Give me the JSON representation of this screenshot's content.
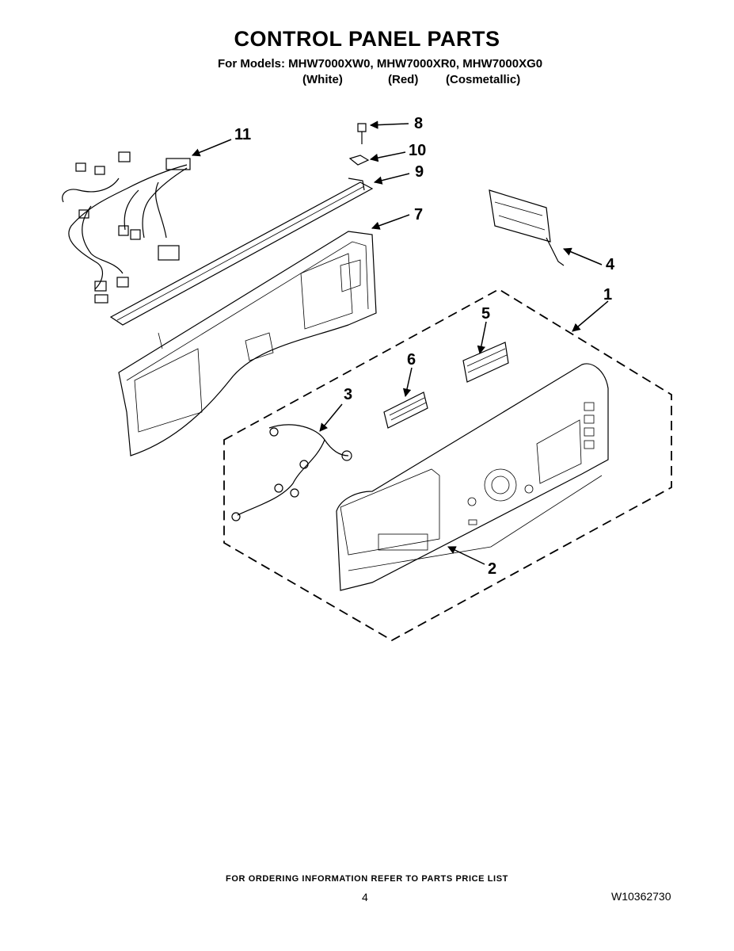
{
  "header": {
    "title": "CONTROL PANEL PARTS",
    "models": "For Models: MHW7000XW0, MHW7000XR0, MHW7000XG0",
    "variants": [
      "(White)",
      "(Red)",
      "(Cosmetallic)"
    ]
  },
  "callouts": [
    "1",
    "2",
    "3",
    "4",
    "5",
    "6",
    "7",
    "8",
    "9",
    "10",
    "11"
  ],
  "footer": {
    "ordering_note": "FOR ORDERING INFORMATION REFER TO PARTS PRICE LIST",
    "page_number": "4",
    "document_number": "W10362730"
  }
}
